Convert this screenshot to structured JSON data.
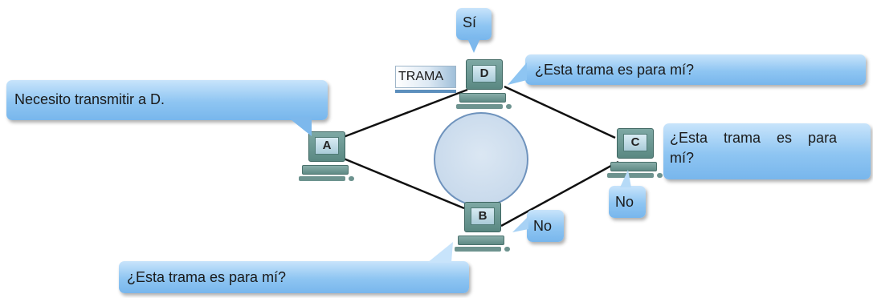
{
  "nodes": {
    "a": "A",
    "b": "B",
    "c": "C",
    "d": "D"
  },
  "frame_label": "TRAMA",
  "bubbles": {
    "a_message": "Necesito transmitir a D.",
    "d_question": "¿Esta trama es para mí?",
    "d_answer": "Sí",
    "c_question_line1": "¿Esta    trama    es    para",
    "c_question_line2": "mí?",
    "c_answer": "No",
    "b_question": "¿Esta trama es para mí?",
    "b_answer": "No"
  },
  "colors": {
    "bubble": "#8ec5f2",
    "computer": "#5a8882",
    "link": "#111111",
    "circle_border": "#6f93bd"
  }
}
